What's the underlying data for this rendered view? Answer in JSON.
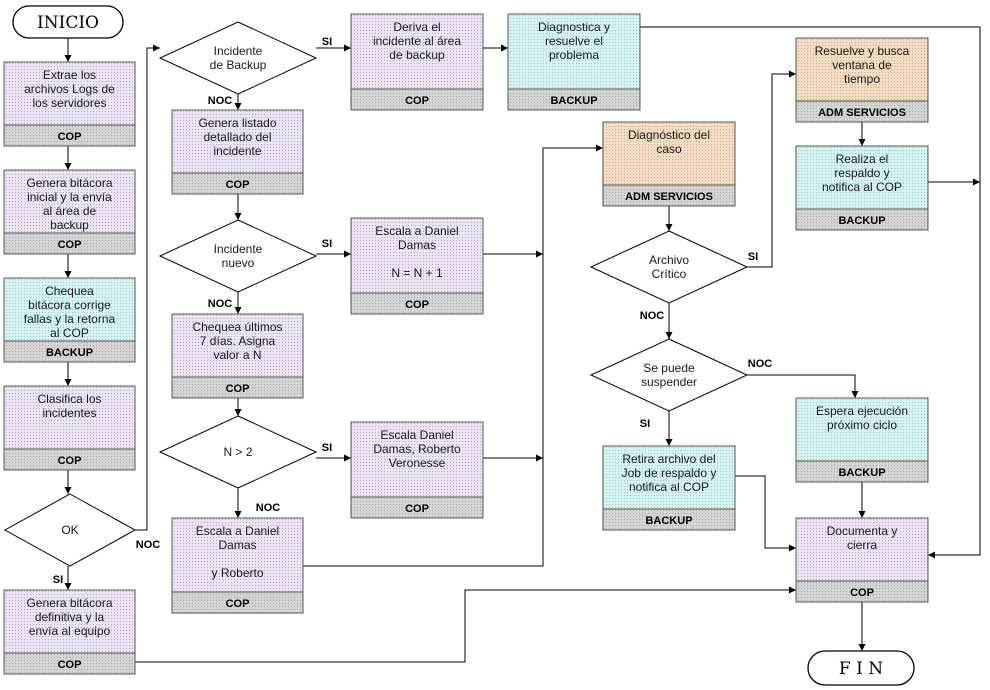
{
  "terminals": {
    "start": "INICIO",
    "end": "F I N"
  },
  "processes": [
    {
      "id": "p1",
      "lines": [
        "Extrae  los",
        "archivos Logs de",
        "los servidores"
      ],
      "owner": "COP",
      "fill": "purple"
    },
    {
      "id": "p2",
      "lines": [
        "Genera bitácora",
        "inicial y la envía",
        "al área de",
        "backup"
      ],
      "owner": "COP",
      "fill": "purple"
    },
    {
      "id": "p3",
      "lines": [
        "Chequea",
        "bitácora corrige",
        "fallas y la retorna",
        "al COP"
      ],
      "owner": "BACKUP",
      "fill": "cyan"
    },
    {
      "id": "p4",
      "lines": [
        "Clasifica los",
        "incidentes"
      ],
      "owner": "COP",
      "fill": "purple"
    },
    {
      "id": "p5",
      "lines": [
        "Genera bitácora",
        "definitiva y la",
        "envía al equipo"
      ],
      "owner": "COP",
      "fill": "purple"
    },
    {
      "id": "p6",
      "lines": [
        "Genera listado",
        "detallado del",
        "incidente"
      ],
      "owner": "COP",
      "fill": "purple"
    },
    {
      "id": "p7",
      "lines": [
        "Chequea últimos",
        "7 días. Asigna",
        "valor a N"
      ],
      "owner": "COP",
      "fill": "purple"
    },
    {
      "id": "p8",
      "lines": [
        "Escala a Daniel",
        "Damas",
        "",
        "y Roberto"
      ],
      "owner": "COP",
      "fill": "purple"
    },
    {
      "id": "p9",
      "lines": [
        "Deriva el",
        "incidente al área",
        "de backup"
      ],
      "owner": "COP",
      "fill": "purple"
    },
    {
      "id": "p10",
      "lines": [
        "Diagnostica y",
        "resuelve el",
        "problema"
      ],
      "owner": "BACKUP",
      "fill": "cyan"
    },
    {
      "id": "p11",
      "lines": [
        "Escala a Daniel",
        "Damas",
        "",
        "N = N + 1"
      ],
      "owner": "COP",
      "fill": "purple"
    },
    {
      "id": "p12",
      "lines": [
        "Escala Daniel",
        "Damas, Roberto",
        "Veronesse"
      ],
      "owner": "COP",
      "fill": "purple"
    },
    {
      "id": "p13",
      "lines": [
        "Diagnóstico del",
        "caso"
      ],
      "owner": "ADM SERVICIOS",
      "fill": "orange"
    },
    {
      "id": "p14",
      "lines": [
        "Retira archivo del",
        "Job de respaldo y",
        "notifica al COP"
      ],
      "owner": "BACKUP",
      "fill": "cyan"
    },
    {
      "id": "p15",
      "lines": [
        "Resuelve y busca",
        "ventana de",
        "tiempo"
      ],
      "owner": "ADM SERVICIOS",
      "fill": "orange"
    },
    {
      "id": "p16",
      "lines": [
        "Realiza el",
        "respaldo y",
        "notifica al COP"
      ],
      "owner": "BACKUP",
      "fill": "cyan"
    },
    {
      "id": "p17",
      "lines": [
        "Espera ejecución",
        "próximo ciclo"
      ],
      "owner": "BACKUP",
      "fill": "cyan"
    },
    {
      "id": "p18",
      "lines": [
        "Documenta y",
        "cierra"
      ],
      "owner": "COP",
      "fill": "purple"
    }
  ],
  "decisions": [
    {
      "id": "d1",
      "lines": [
        "OK"
      ]
    },
    {
      "id": "d2",
      "lines": [
        "Incidente",
        "de Backup"
      ]
    },
    {
      "id": "d3",
      "lines": [
        "Incidente",
        "nuevo"
      ]
    },
    {
      "id": "d4",
      "lines": [
        "N > 2"
      ]
    },
    {
      "id": "d5",
      "lines": [
        "Archivo",
        "Crítico"
      ]
    },
    {
      "id": "d6",
      "lines": [
        "Se puede",
        "suspender"
      ]
    }
  ],
  "edge_labels": {
    "yes": "SI",
    "no": "NOC"
  },
  "colors": {
    "purple": "#ece4f4",
    "cyan": "#d6f3f1",
    "orange": "#f2dcc3",
    "label_band": "#cfcfcf",
    "line": "#000000"
  }
}
